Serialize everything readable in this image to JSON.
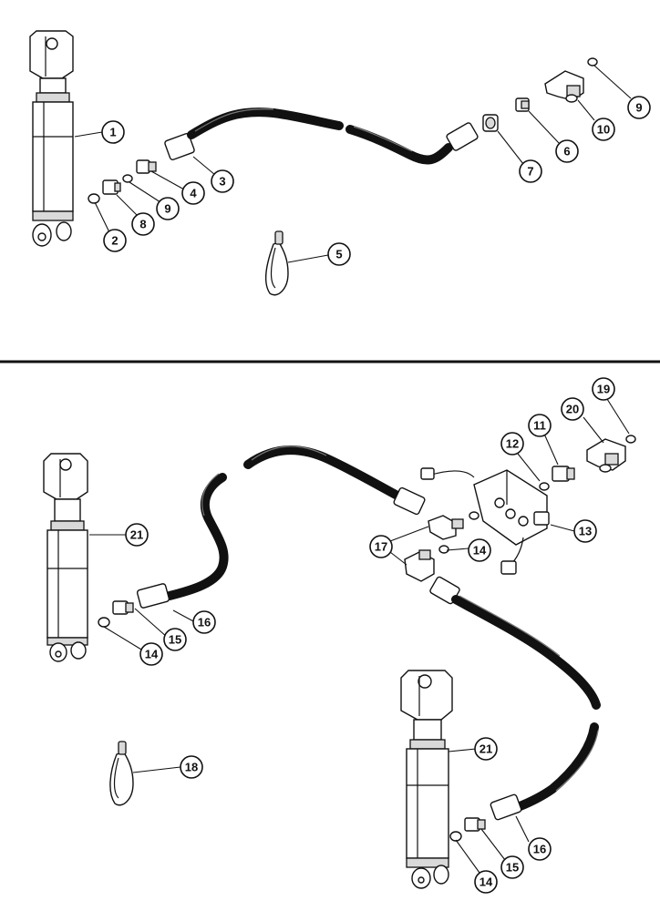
{
  "callouts": {
    "c1": "1",
    "c2": "2",
    "c3": "3",
    "c4": "4",
    "c5": "5",
    "c6": "6",
    "c7": "7",
    "c8": "8",
    "c9a": "9",
    "c9b": "9",
    "c10": "10",
    "c11": "11",
    "c12": "12",
    "c13": "13",
    "c14a": "14",
    "c14b": "14",
    "c14c": "14",
    "c15a": "15",
    "c15b": "15",
    "c16a": "16",
    "c16b": "16",
    "c17": "17",
    "c18": "18",
    "c19": "19",
    "c20": "20",
    "c21a": "21",
    "c21b": "21"
  }
}
